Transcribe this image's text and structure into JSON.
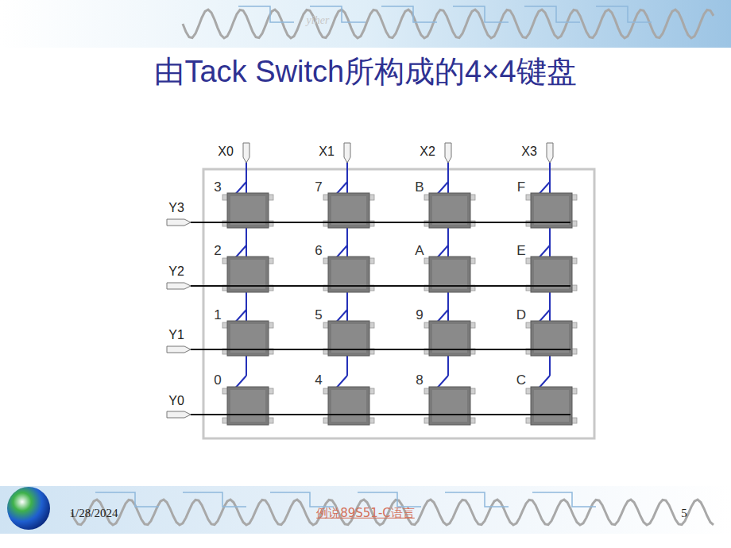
{
  "diagram": {
    "title": "由Tack Switch所构成的4×4键盘",
    "labels": [
      "yiher",
      "X0",
      "X1",
      "X2",
      "X3",
      "3",
      "7",
      "B",
      "F",
      "Y3",
      "2",
      "6",
      "A",
      "E",
      "Y2",
      "1",
      "5",
      "9",
      "D",
      "Y1",
      "0",
      "4",
      "8",
      "C",
      "Y0",
      "1/28/2024",
      "例说89S51-C语言",
      "5"
    ]
  }
}
